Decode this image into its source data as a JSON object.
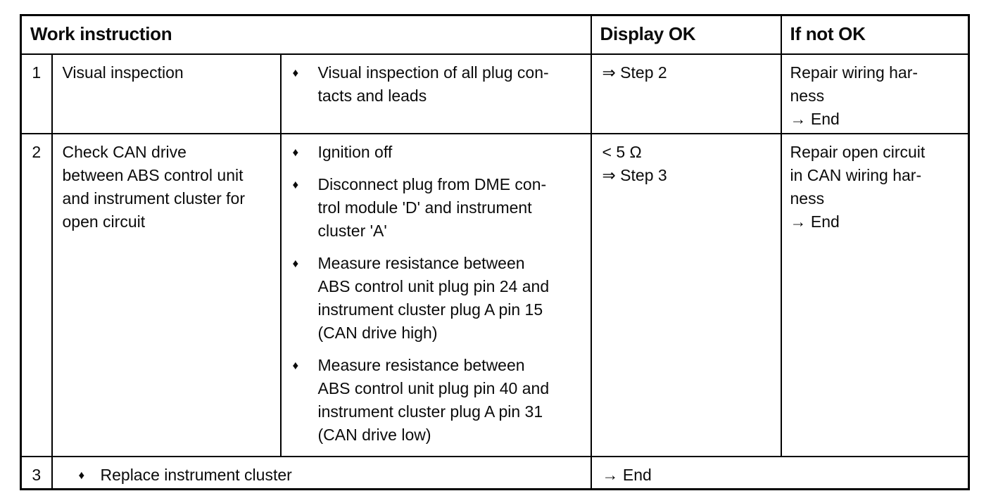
{
  "glyphs": {
    "bullet": "♦"
  },
  "table": {
    "header": {
      "work_instruction": "Work instruction",
      "display_ok": "Display OK",
      "if_not_ok": "If not OK"
    },
    "rows": [
      {
        "num": "1",
        "title": "Visual inspection",
        "bullets": [
          "Visual inspection of all plug con-\ntacts and leads"
        ],
        "display_ok": "⇒ Step 2",
        "if_not_ok": "Repair wiring har-\nness\n→ End"
      },
      {
        "num": "2",
        "title": "Check CAN drive\nbetween ABS control unit\nand instrument cluster for\nopen circuit",
        "bullets": [
          "Ignition off",
          "Disconnect plug from DME con-\ntrol module 'D' and instrument\ncluster 'A'",
          "Measure resistance between\nABS control unit plug pin 24 and\ninstrument cluster plug A pin 15\n(CAN drive high)",
          "Measure resistance between\nABS control unit plug pin 40 and\ninstrument cluster plug A pin 31\n(CAN drive low)"
        ],
        "display_ok": "< 5 Ω\n⇒ Step 3",
        "if_not_ok": "Repair open circuit\nin CAN wiring har-\nness\n→ End"
      },
      {
        "num": "3",
        "action": "Replace instrument cluster",
        "result": "→ End"
      }
    ]
  }
}
